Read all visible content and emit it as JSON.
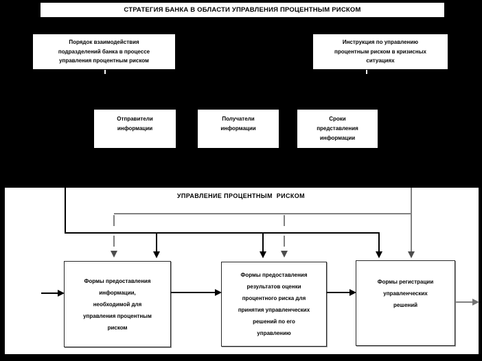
{
  "top": {
    "title": "СТРАТЕГИЯ БАНКА В ОБЛАСТИ УПРАВЛЕНИЯ ПРОЦЕНТНЫМ РИСКОМ",
    "left_box": "Порядок взаимодействия\nподразделений банка в процессе\nуправления процентным риском",
    "right_box": "Инструкция по управлению\nпроцентным риском в кризисных\nситуациях",
    "info_boxes": [
      {
        "label": "Отправители\nинформации"
      },
      {
        "label": "Получатели\nинформации"
      },
      {
        "label": "Сроки\nпредставления\nинформации"
      }
    ]
  },
  "bottom": {
    "title": "УПРАВЛЕНИЕ ПРОЦЕНТНЫМ  РИСКОМ",
    "boxes": [
      {
        "label": "Формы предоставления\nинформации,\nнеобходимой для\nуправления процентным\nриском"
      },
      {
        "label": "Формы предоставления\nрезультатов оценки\nпроцентного риска для\nпринятия управленческих\nрешений по его\nуправлению"
      },
      {
        "label": "Формы регистрации\nуправленческих\nрешений"
      }
    ]
  },
  "colors": {
    "background": "#000000",
    "panel": "#ffffff",
    "line_black": "#000000",
    "line_gray": "#808080"
  }
}
